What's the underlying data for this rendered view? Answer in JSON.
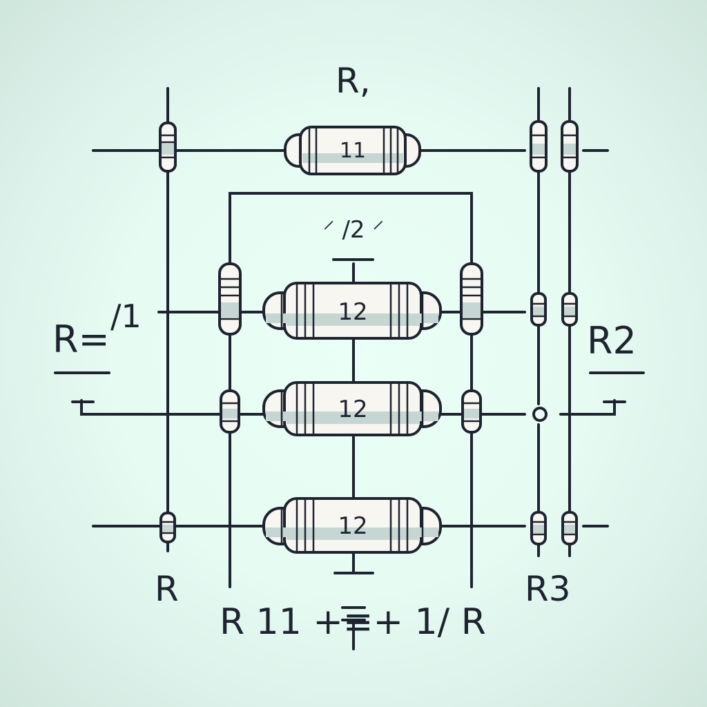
{
  "diagram": {
    "labels": {
      "top_r": "R,",
      "top_mid": "⸍ /2 ⸍",
      "left_eq": "R=",
      "left_eq_sub": "/1",
      "right_r2": "R2",
      "bottom_left_r": "R",
      "bottom_right_r3": "R3",
      "bottom_formula": "R 11 +≡+ 1/ R"
    },
    "resistors": [
      {
        "id": "top",
        "marking": "11"
      },
      {
        "id": "mid1",
        "marking": "12"
      },
      {
        "id": "mid2",
        "marking": "12"
      },
      {
        "id": "bottom",
        "marking": "12"
      }
    ],
    "colors": {
      "line": "#1e2330",
      "body": "#f7f6f1",
      "shade": "#c6d6d2",
      "background": "#e6fbf2"
    }
  }
}
